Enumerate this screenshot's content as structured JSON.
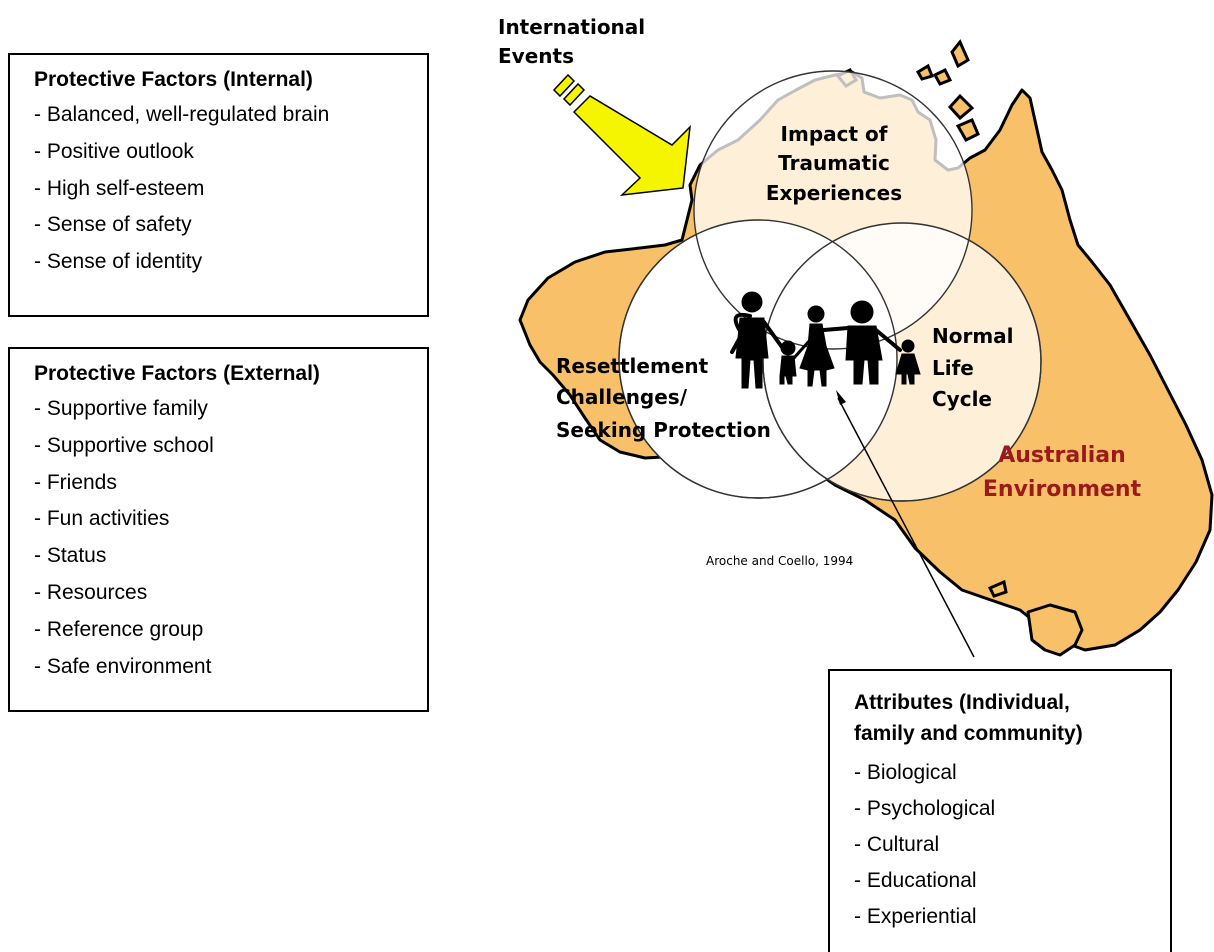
{
  "internal": {
    "title": "Protective Factors (Internal)",
    "items": [
      "- Balanced, well-regulated brain",
      "- Positive outlook",
      "- High self-esteem",
      "- Sense of safety",
      "- Sense of identity"
    ]
  },
  "external": {
    "title": "Protective Factors (External)",
    "items": [
      "- Supportive family",
      "- Supportive school",
      "- Friends",
      "- Fun activities",
      "- Status",
      "- Resources",
      "- Reference group",
      "- Safe environment"
    ]
  },
  "attributes": {
    "title_line1": "Attributes (Individual,",
    "title_line2": "family and community)",
    "items": [
      "- Biological",
      "- Psychological",
      "- Cultural",
      "- Educational",
      "- Experiential"
    ]
  },
  "diagram": {
    "events_line1": "International",
    "events_line2": "Events",
    "circle_top_line1": "Impact of",
    "circle_top_line2": "Traumatic",
    "circle_top_line3": "Experiences",
    "circle_left_line1": "Resettlement",
    "circle_left_line2": "Challenges/",
    "circle_left_line3": "Seeking Protection",
    "circle_right_line1": "Normal",
    "circle_right_line2": "Life",
    "circle_right_line3": "Cycle",
    "environment_line1": "Australian",
    "environment_line2": "Environment",
    "citation": "Aroche and Coello, 1994"
  },
  "colors": {
    "land": "#f9c06a",
    "arrow": "#f5f500",
    "environment_text": "#9b1b1b"
  }
}
